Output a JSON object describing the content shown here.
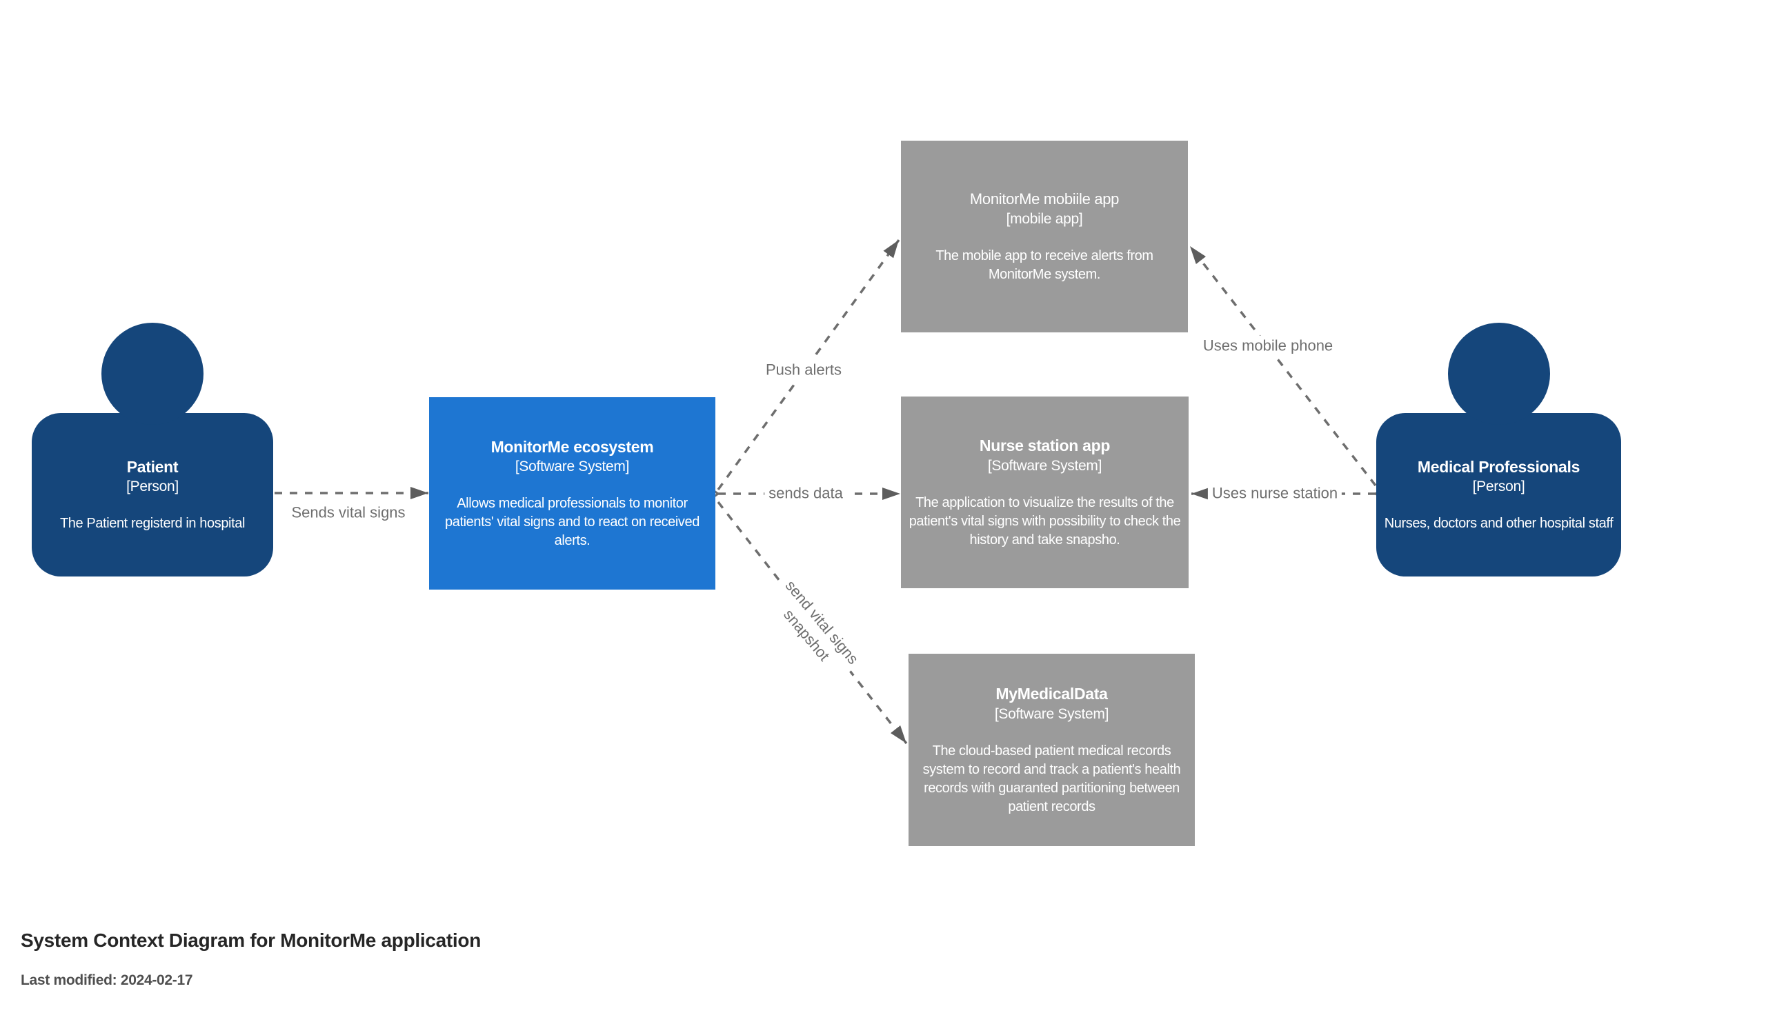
{
  "diagram": {
    "title": "System Context Diagram for MonitorMe application",
    "last_modified": "Last modified: 2024-02-17"
  },
  "nodes": {
    "patient": {
      "name": "Patient",
      "type": "[Person]",
      "description": "The Patient registerd in hospital"
    },
    "monitorme": {
      "name": "MonitorMe ecosystem",
      "type": "[Software System]",
      "description": "Allows medical professionals to monitor patients' vital signs and to react on received alerts."
    },
    "mobile_app": {
      "name": "MonitorMe mobiile app",
      "type": "[mobile app]",
      "description": "The mobile app to receive alerts from MonitorMe system."
    },
    "nurse_station": {
      "name": "Nurse station app",
      "type": "[Software System]",
      "description": "The application to visualize the results of the patient's vital signs with possibility to check the history and take snapsho."
    },
    "mymedicaldata": {
      "name": "MyMedicalData",
      "type": "[Software System]",
      "description": "The cloud-based patient medical records system to record and track a patient's health records with guaranted partitioning between patient records"
    },
    "medical_professionals": {
      "name": "Medical Professionals",
      "type": "[Person]",
      "description": "Nurses, doctors and other hospital staff"
    }
  },
  "relationships": {
    "sends_vital_signs": {
      "label": "Sends vital signs"
    },
    "sends_data": {
      "label": "sends data"
    },
    "push_alerts": {
      "label": "Push alerts"
    },
    "send_vital_signs_snapshot": {
      "label_line1": "send vital signs",
      "label_line2": "snapshot"
    },
    "uses_mobile_phone": {
      "label": "Uses mobile phone"
    },
    "uses_nurse_station": {
      "label": "Uses nurse station"
    }
  },
  "colors": {
    "person": "#15467B",
    "software_system": "#1E76D2",
    "external_system": "#9B9B9B",
    "relationship": "#6E6E6E",
    "arrowhead": "#5D5D5D",
    "title_text": "#262626",
    "modified_text": "#4F4F4F"
  }
}
